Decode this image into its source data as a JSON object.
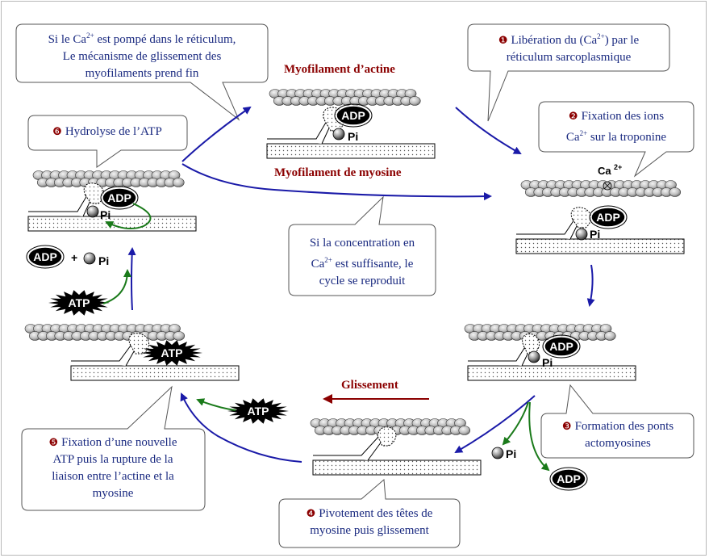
{
  "labels": {
    "actin": "Myofilament d’actine",
    "myosin": "Myofilament de myosine",
    "sliding": "Glissement",
    "adp": "ADP",
    "atp": "ATP",
    "pi": "Pi",
    "ca": "Ca",
    "ca_sup": "2+",
    "plus": "+"
  },
  "callouts": {
    "pump": {
      "part1": "Si le Ca",
      "sup": "2+",
      "part2": " est pompé dans le réticulum,",
      "line2": "Le mécanisme de glissement des",
      "line3": "myofilaments prend fin"
    },
    "step1": {
      "num": "❶",
      "part1": "Libération du (Ca",
      "sup": "2+",
      "part2": ") par le",
      "line2": "réticulum sarcoplasmique"
    },
    "step2": {
      "num": "❷",
      "line1": "Fixation des ions",
      "part1": "Ca",
      "sup": "2+",
      "part2": " sur la troponine"
    },
    "step3": {
      "num": "❸",
      "line1": "Formation des ponts",
      "line2": "actomyosines"
    },
    "step4": {
      "num": "❹",
      "line1": "Pivotement des têtes de",
      "line2": "myosine puis glissement"
    },
    "step5": {
      "num": "❺",
      "line1": "Fixation d’une nouvelle",
      "line2": "ATP puis la rupture de la",
      "line3": "liaison entre l’actine et la",
      "line4": "myosine"
    },
    "step6": {
      "num": "❻",
      "line1": "Hydrolyse de l’ATP"
    },
    "repeat": {
      "line1": "Si la concentration en",
      "part1": "Ca",
      "sup": "2+",
      "part2": " est suffisante, le",
      "line3": "cycle se reproduit"
    }
  },
  "colors": {
    "arrow_blue": "#1a1aa8",
    "arrow_green": "#1a7a1a",
    "arrow_red": "#8b0000",
    "number_red": "#8b0000",
    "text_blue": "#1a2a80"
  }
}
